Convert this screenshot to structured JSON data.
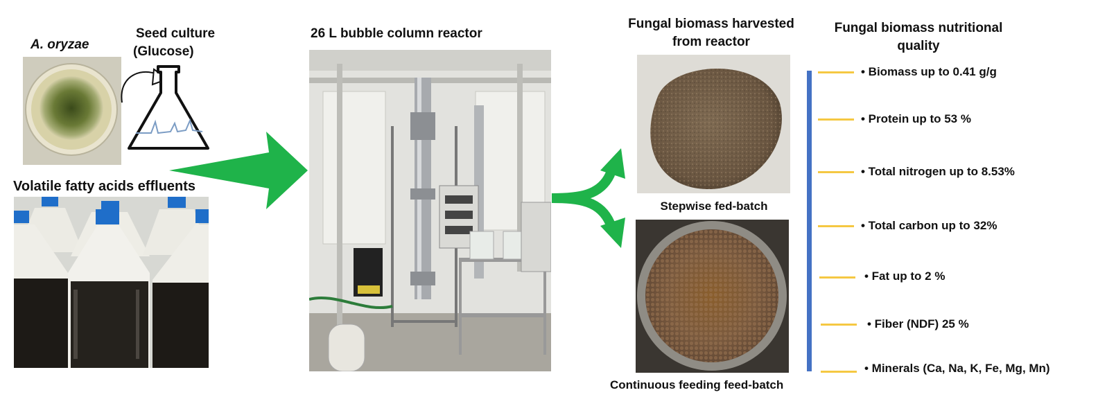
{
  "left": {
    "species": "A. oryzae",
    "seed_culture": "Seed culture",
    "seed_medium": "(Glucose)",
    "vfa_title": "Volatile fatty acids effluents"
  },
  "reactor": {
    "title": "26 L bubble column reactor"
  },
  "harvest": {
    "title_line1": "Fungal biomass harvested",
    "title_line2": "from reactor",
    "stepwise": "Stepwise fed-batch",
    "continuous": "Continuous  feeding feed-batch"
  },
  "quality": {
    "title_line1": "Fungal biomass nutritional",
    "title_line2": "quality",
    "items": [
      "• Biomass up to 0.41 g/g",
      "• Protein up to 53 %",
      "• Total nitrogen up to 8.53%",
      "• Total carbon up to 32%",
      "• Fat up to 2 %",
      "• Fiber (NDF) 25 %",
      "• Minerals (Ca, Na, K, Fe, Mg, Mn)"
    ]
  },
  "colors": {
    "arrow": "#1fb34a",
    "tick": "#f5c842",
    "bar": "#4472c4",
    "fungus": "#5f6e2e",
    "biomass": "#7a5c3e"
  }
}
